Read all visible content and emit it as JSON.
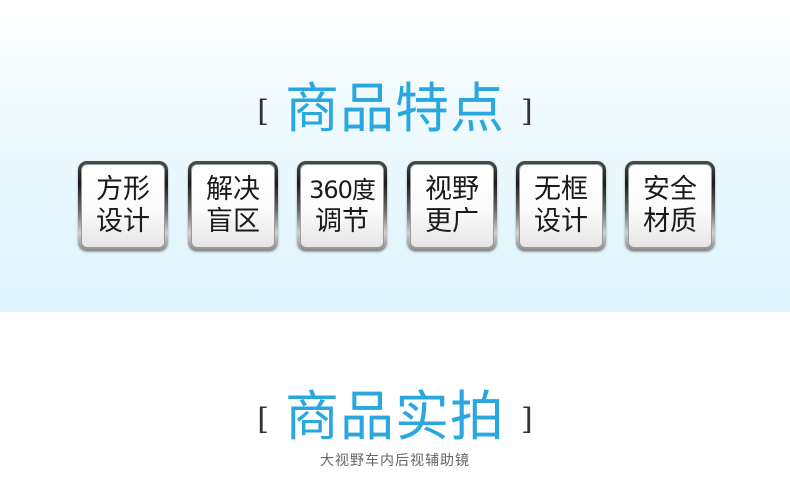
{
  "section_features": {
    "bracket_left": "[",
    "title": "商品特点",
    "bracket_right": "]"
  },
  "features": [
    {
      "line1": "方形",
      "line2": "设计"
    },
    {
      "line1": "解决",
      "line2": "盲区"
    },
    {
      "line1": "360度",
      "line2": "调节"
    },
    {
      "line1": "视野",
      "line2": "更广"
    },
    {
      "line1": "无框",
      "line2": "设计"
    },
    {
      "line1": "安全",
      "line2": "材质"
    }
  ],
  "section_photos": {
    "bracket_left": "[",
    "title": "商品实拍",
    "bracket_right": "]",
    "subtitle": "大视野车内后视辅助镜"
  },
  "colors": {
    "accent": "#2aa7de",
    "panel_background": "#e6f7fd"
  }
}
